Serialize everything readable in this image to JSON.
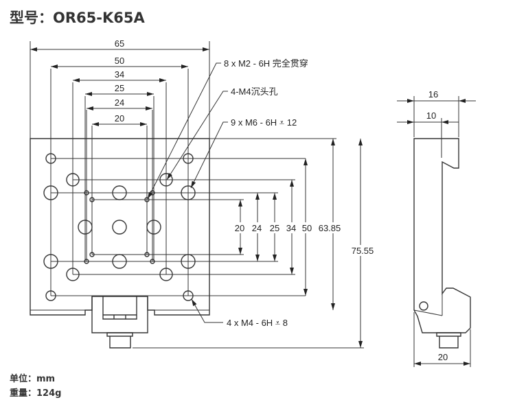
{
  "header": {
    "model_label": "型号：OR65-K65A"
  },
  "footer": {
    "unit": "单位：mm",
    "weight": "重量：124g"
  },
  "front_view": {
    "horizontal_dims": [
      "65",
      "50",
      "34",
      "25",
      "24",
      "20"
    ],
    "vertical_dims": [
      "20",
      "24",
      "25",
      "34",
      "50",
      "63.85",
      "75.55"
    ],
    "callouts": [
      "8 x  M2 - 6H 完全贯穿",
      "4-M4沉头孔",
      "9 x  M6 - 6H ⩡ 12",
      "4 x  M4 - 6H ⩡ 8"
    ]
  },
  "side_view": {
    "dims": [
      "16",
      "10",
      "20"
    ]
  }
}
